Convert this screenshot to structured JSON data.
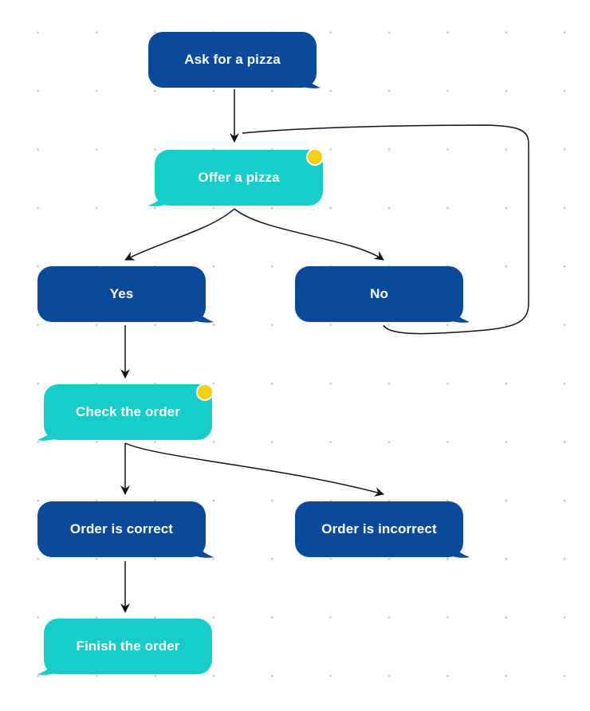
{
  "diagram": {
    "nodes": [
      {
        "id": "ask",
        "label": "Ask for a pizza",
        "style": "dark"
      },
      {
        "id": "offer",
        "label": "Offer a pizza",
        "style": "light",
        "badge": true
      },
      {
        "id": "yes",
        "label": "Yes",
        "style": "dark"
      },
      {
        "id": "no",
        "label": "No",
        "style": "dark"
      },
      {
        "id": "check",
        "label": "Check the order",
        "style": "light",
        "badge": true
      },
      {
        "id": "correct",
        "label": "Order is correct",
        "style": "dark"
      },
      {
        "id": "incorrect",
        "label": "Order is incorrect",
        "style": "dark"
      },
      {
        "id": "finish",
        "label": "Finish the order",
        "style": "light"
      }
    ],
    "edges": [
      {
        "from": "ask",
        "to": "offer"
      },
      {
        "from": "offer",
        "to": "yes"
      },
      {
        "from": "offer",
        "to": "no"
      },
      {
        "from": "no",
        "to": "offer"
      },
      {
        "from": "yes",
        "to": "check"
      },
      {
        "from": "check",
        "to": "correct"
      },
      {
        "from": "check",
        "to": "incorrect"
      },
      {
        "from": "correct",
        "to": "finish"
      }
    ],
    "colors": {
      "dark_node": "#0b4a9a",
      "light_node": "#17cdca",
      "badge": "#f4cf12",
      "text": "#ffffff",
      "connector": "#111111",
      "grid_dot": "#c9c9c9"
    }
  }
}
